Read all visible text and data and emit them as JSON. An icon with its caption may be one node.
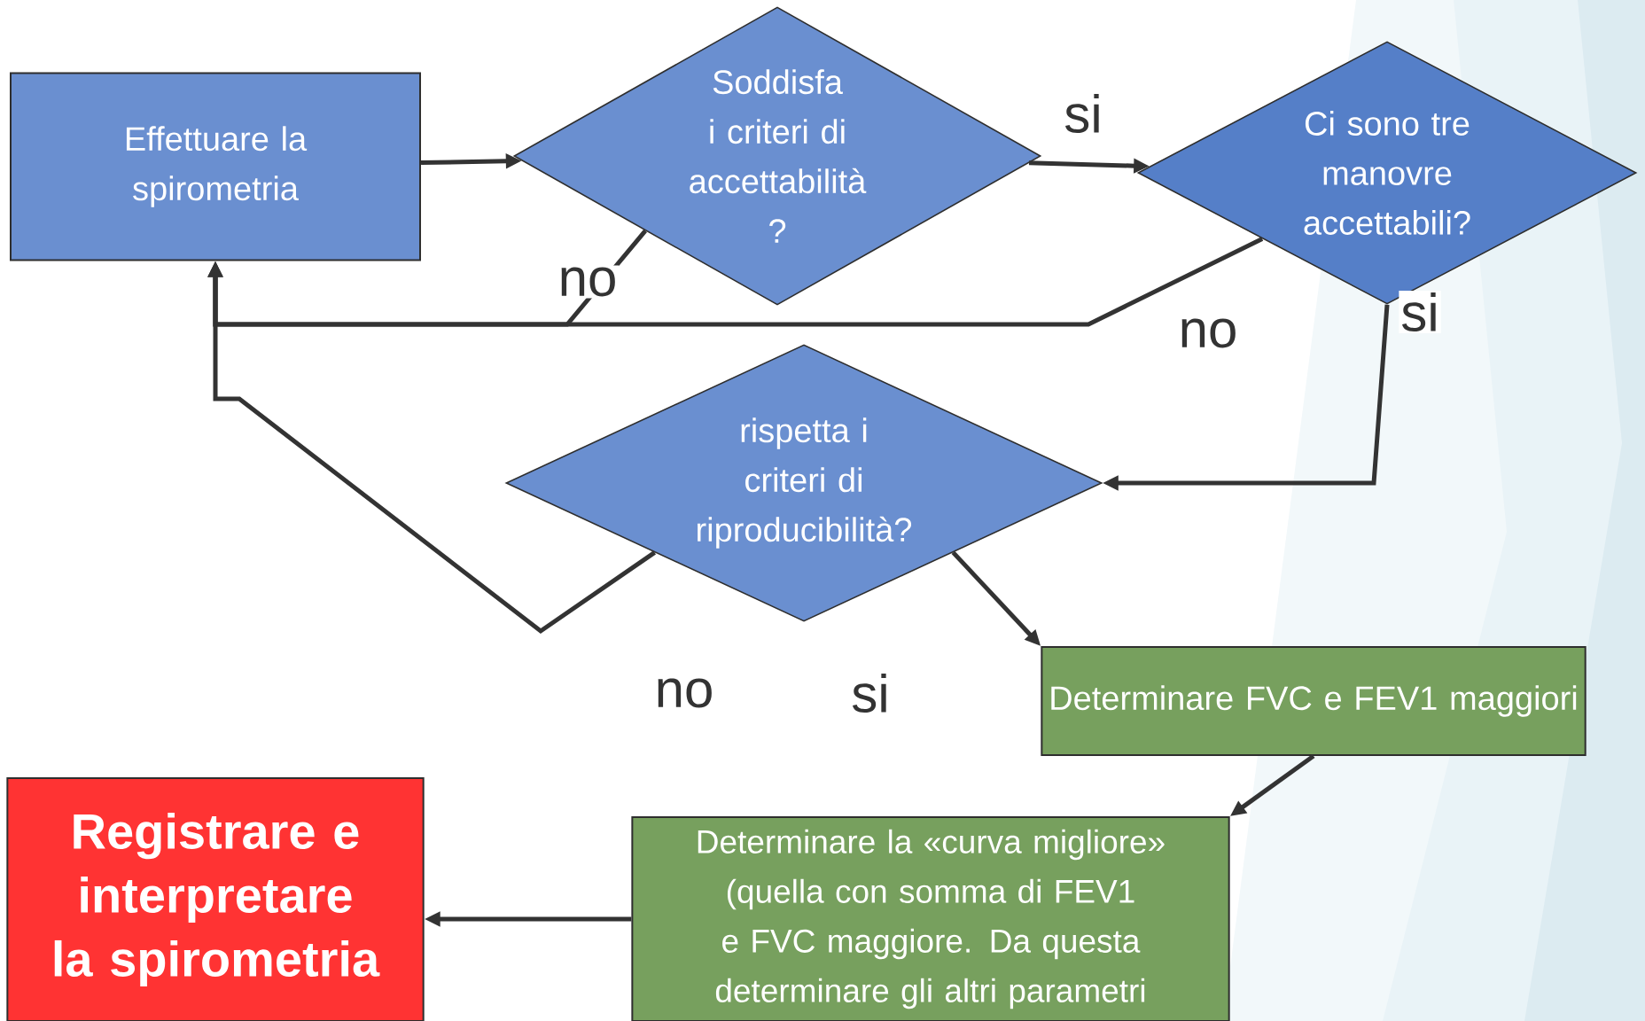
{
  "diagram": {
    "nodes": [
      {
        "text": [
          "Effettuare la spirometria"
        ]
      },
      {
        "text": [
          "Soddisfa i criteri di accettabilità ?"
        ]
      },
      {
        "text": [
          "Ci sono tre manovre accettabili?"
        ]
      },
      {
        "text": [
          "rispetta i criteri di riproducibilità?"
        ]
      },
      {
        "text": [
          "Determinare FVC e FEV1 maggiori"
        ]
      },
      {
        "text": [
          "Determinare la «curva migliore» (quella con somma di FEV1 e FVC maggiore. Da questa determinare gli altri parametri"
        ]
      },
      {
        "text": [
          "Registrare e interpretare la spirometria"
        ]
      }
    ],
    "edges": [
      {
        "from": 0,
        "to": 1,
        "arrow": "to"
      },
      {
        "from": 1,
        "to": 2,
        "arrow": "to",
        "label": "si"
      },
      {
        "from": 1,
        "to": 0,
        "arrow": "to",
        "label": "no"
      },
      {
        "from": 2,
        "to": 0,
        "arrow": "to",
        "label": "no"
      },
      {
        "from": 2,
        "to": 3,
        "arrow": "to",
        "label": "si"
      },
      {
        "from": 3,
        "to": 0,
        "arrow": "to",
        "label": "no"
      },
      {
        "from": 3,
        "to": 4,
        "arrow": "to",
        "label": "si"
      },
      {
        "from": 4,
        "to": 5,
        "arrow": "to"
      },
      {
        "from": 5,
        "to": 6,
        "arrow": "to"
      }
    ]
  }
}
